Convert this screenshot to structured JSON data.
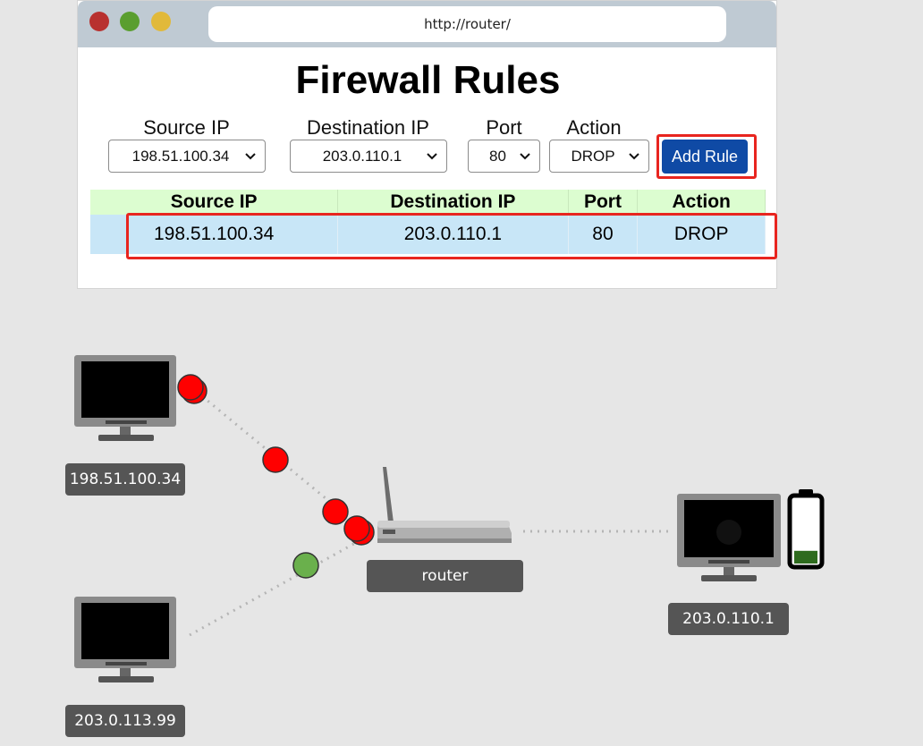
{
  "browser": {
    "url": "http://router/",
    "title": "Firewall Rules"
  },
  "form": {
    "source_label": "Source IP",
    "source_value": "198.51.100.34",
    "dest_label": "Destination IP",
    "dest_value": "203.0.110.1",
    "port_label": "Port",
    "port_value": "80",
    "action_label": "Action",
    "action_value": "DROP",
    "add_button": "Add Rule"
  },
  "table": {
    "headers": [
      "Source IP",
      "Destination IP",
      "Port",
      "Action"
    ],
    "rows": [
      [
        "198.51.100.34",
        "203.0.110.1",
        "80",
        "DROP"
      ]
    ]
  },
  "network": {
    "host_a": "198.51.100.34",
    "host_b": "203.0.113.99",
    "router": "router",
    "server": "203.0.110.1",
    "colors": {
      "dropped_packet": "#ff0000",
      "allowed_packet": "#6ab04c",
      "battery_level": "#2e6b1e",
      "highlight": "#e8251f"
    },
    "battery_level_fraction": 0.2
  }
}
